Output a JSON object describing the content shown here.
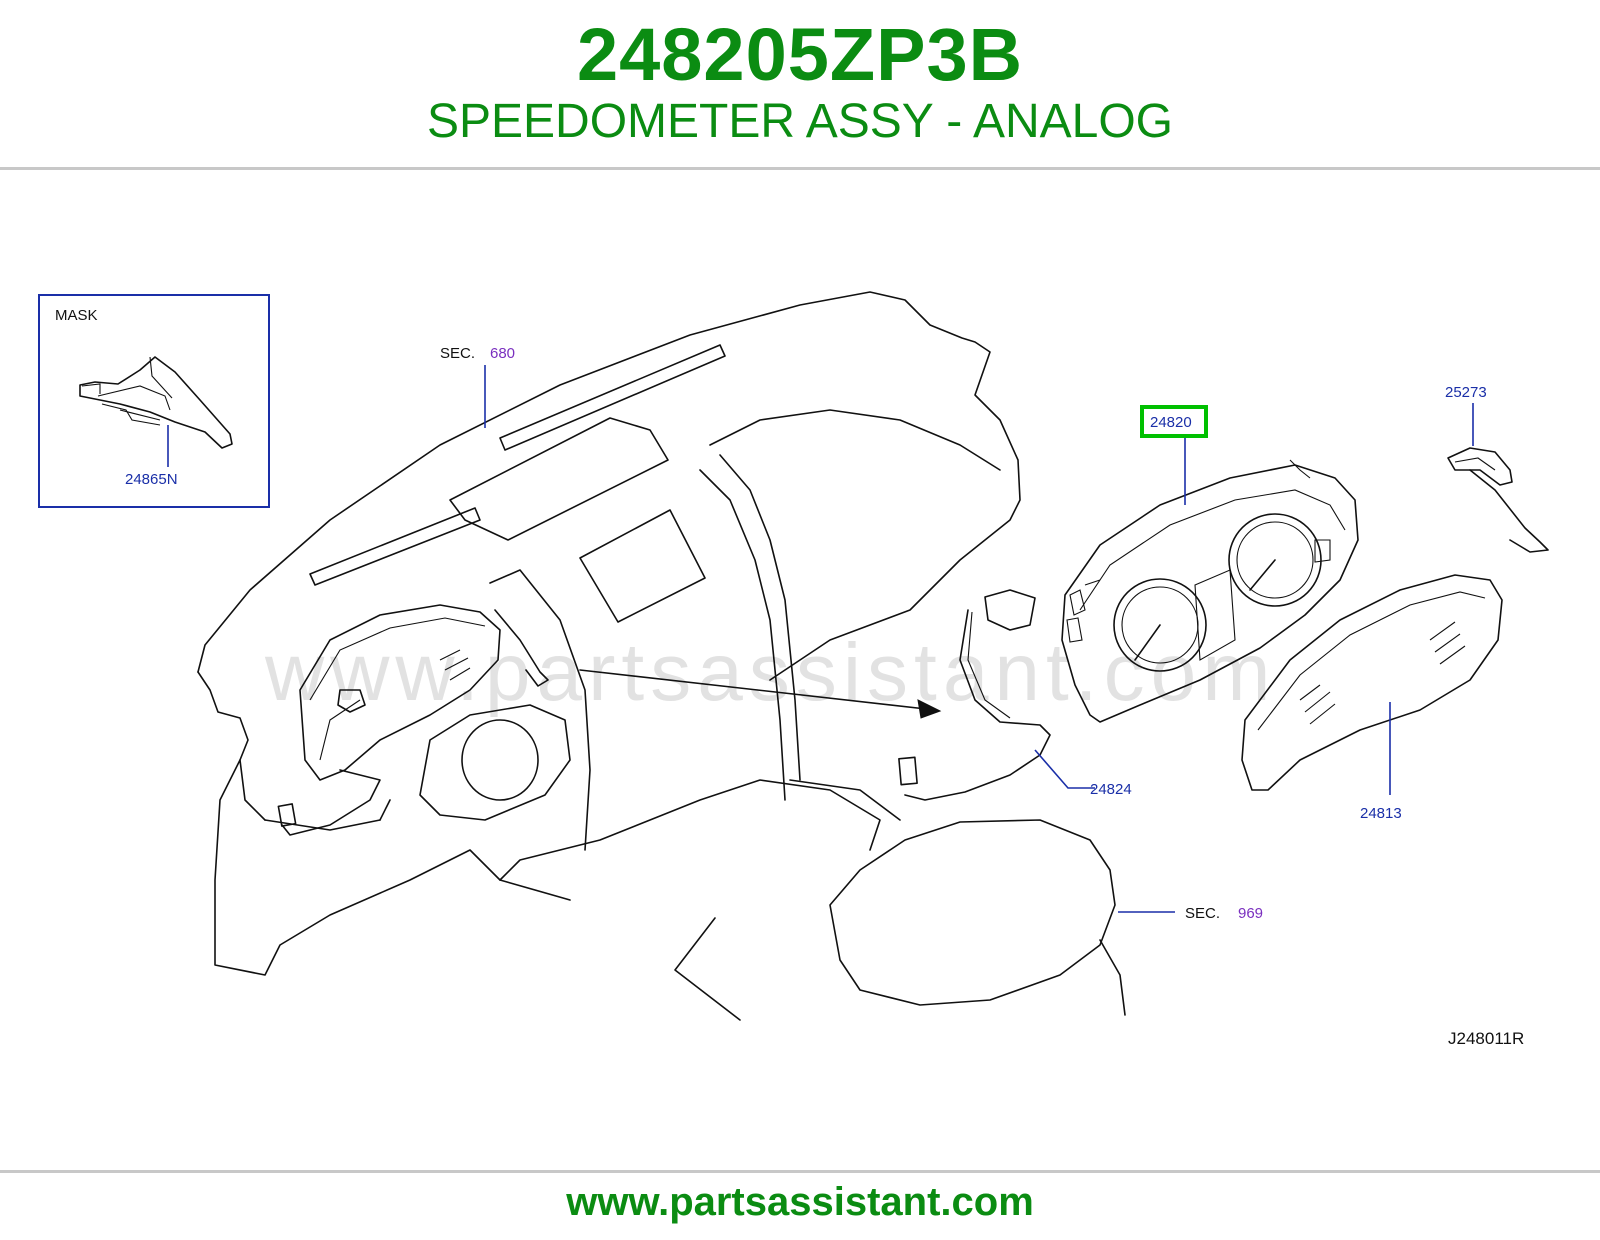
{
  "header": {
    "part_number": "248205ZP3B",
    "description": "SPEEDOMETER ASSY - ANALOG"
  },
  "diagram": {
    "inset_label": "MASK",
    "callouts": {
      "mask_part": "24865N",
      "sec_prefix_1": "SEC.",
      "sec_num_1": "680",
      "highlighted_part": "24820",
      "part_25273": "25273",
      "part_24824": "24824",
      "part_24813": "24813",
      "sec_prefix_2": "SEC.",
      "sec_num_2": "969"
    },
    "drawing_code": "J248011R",
    "watermark": "www.partsassistant.com"
  },
  "footer": {
    "url": "www.partsassistant.com"
  },
  "colors": {
    "brand_green": "#0b8c12",
    "callout_blue": "#1a2fa8",
    "sec_purple": "#7a2fbf",
    "highlight_green": "#00c000"
  }
}
